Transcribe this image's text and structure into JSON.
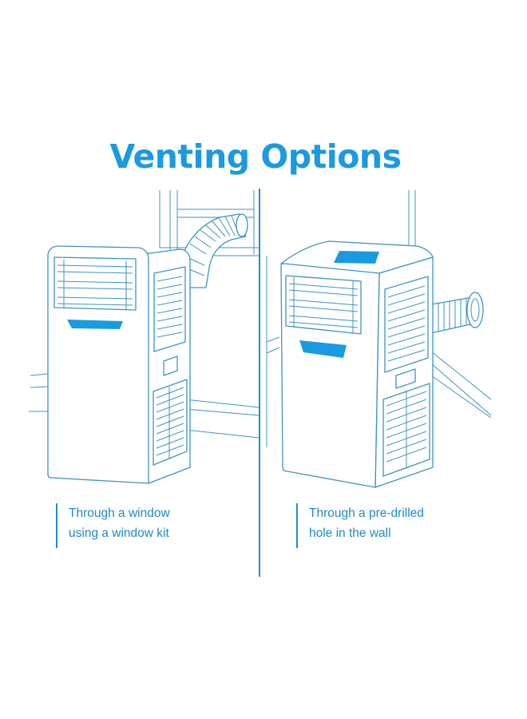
{
  "title": "Venting Options",
  "options": [
    {
      "line1": "Through a window",
      "line2": "using a window kit",
      "icon": "window-vent-illustration"
    },
    {
      "line1": "Through a pre-drilled",
      "line2": "hole in the wall",
      "icon": "wall-vent-illustration"
    }
  ],
  "colors": {
    "accent": "#1a9ae0",
    "line": "#3d93c6",
    "caption": "#2088c8"
  }
}
